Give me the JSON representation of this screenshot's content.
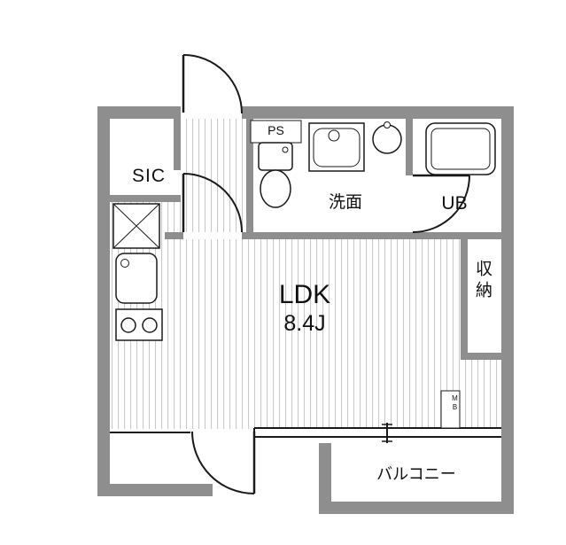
{
  "colors": {
    "wall": "#8e8e8e",
    "line": "#1a1a1a",
    "stripe": "#c9c9c9",
    "bg": "#ffffff"
  },
  "labels": {
    "sic": "SIC",
    "ps": "PS",
    "washroom": "洗面",
    "unit_bath": "UB",
    "ldk": "LDK",
    "ldk_size": "8.4J",
    "storage": "収納",
    "balcony": "バルコニー",
    "meter_box": "MB"
  }
}
